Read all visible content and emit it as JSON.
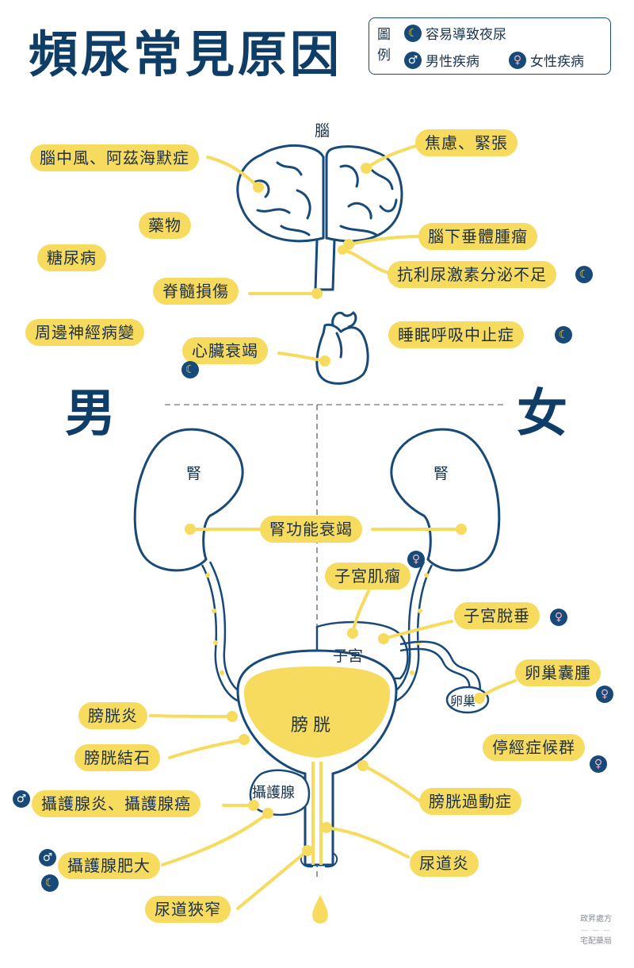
{
  "title": "頻尿常見原因",
  "legend": {
    "title": "圖例",
    "items": [
      {
        "icon": "moon-icon",
        "label": "容易導致夜尿"
      },
      {
        "icon": "male-icon",
        "label": "男性疾病"
      },
      {
        "icon": "female-icon",
        "label": "女性疾病"
      }
    ]
  },
  "genders": {
    "male": "男",
    "female": "女"
  },
  "organs": {
    "brain": "腦",
    "kidney_left": "腎",
    "kidney_right": "腎",
    "uterus": "子宮",
    "ovary": "卵巢",
    "bladder": "膀胱",
    "prostate": "攝護腺"
  },
  "causes": {
    "stroke_alzheimers": "腦中風、阿茲海默症",
    "anxiety_tension": "焦慮、緊張",
    "medication": "藥物",
    "diabetes": "糖尿病",
    "pituitary_tumor": "腦下垂體腫瘤",
    "adh_deficiency": "抗利尿激素分泌不足",
    "spinal_cord_injury": "脊髓損傷",
    "peripheral_neuropathy": "周邊神經病變",
    "sleep_apnea": "睡眠呼吸中止症",
    "heart_failure": "心臟衰竭",
    "renal_failure": "腎功能衰竭",
    "uterine_fibroid": "子宮肌瘤",
    "uterine_prolapse": "子宮脫垂",
    "ovarian_cyst": "卵巢囊腫",
    "menopause_syndrome": "停經症候群",
    "cystitis": "膀胱炎",
    "bladder_stone": "膀胱結石",
    "overactive_bladder": "膀胱過動症",
    "prostatitis_cancer": "攝護腺炎、攝護腺癌",
    "bph": "攝護腺肥大",
    "urethritis": "尿道炎",
    "urethral_stricture": "尿道狹窄"
  },
  "credit": {
    "line1": "政昇處方",
    "line2": "宅配藥局"
  },
  "colors": {
    "navy": "#174a78",
    "yellow": "#f6db5f",
    "pink": "#f4b5c6"
  }
}
